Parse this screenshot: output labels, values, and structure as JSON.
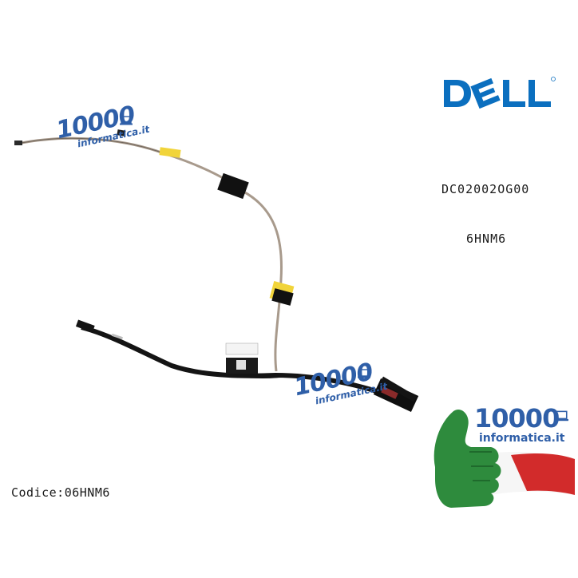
{
  "brand": {
    "logo_text": "DELL",
    "registered_mark": "®",
    "color": "#0b6fbf"
  },
  "product": {
    "part_number": "DC02002OG00",
    "dell_code": "6HNM6",
    "codice_label": "Codice:06HNM6"
  },
  "watermarks": [
    {
      "number": "10000",
      "subtitle": "informatica.it"
    },
    {
      "number": "10000",
      "subtitle": "informatica.it"
    }
  ],
  "seal": {
    "number": "10000",
    "subtitle": "informatica.it"
  },
  "colors": {
    "watermark_blue": "#2f5fa8",
    "italy_green": "#2e8b3d",
    "italy_red": "#d22b2b",
    "cable_black": "#141414",
    "cable_grey": "#a89a8c"
  }
}
